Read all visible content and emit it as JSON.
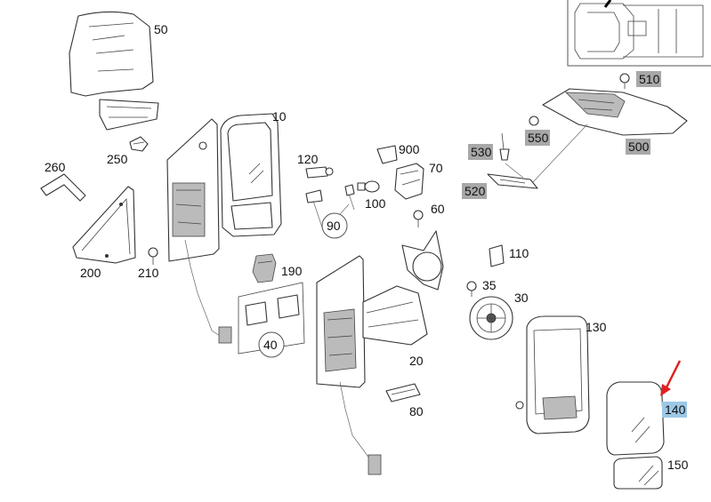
{
  "labels": [
    {
      "id": "10",
      "text": "10",
      "style": "plain"
    },
    {
      "id": "20",
      "text": "20",
      "style": "plain"
    },
    {
      "id": "30",
      "text": "30",
      "style": "plain"
    },
    {
      "id": "35",
      "text": "35",
      "style": "plain"
    },
    {
      "id": "40",
      "text": "40",
      "style": "circle"
    },
    {
      "id": "50",
      "text": "50",
      "style": "plain"
    },
    {
      "id": "60",
      "text": "60",
      "style": "plain"
    },
    {
      "id": "70",
      "text": "70",
      "style": "plain"
    },
    {
      "id": "80",
      "text": "80",
      "style": "plain"
    },
    {
      "id": "90",
      "text": "90",
      "style": "circle"
    },
    {
      "id": "100",
      "text": "100",
      "style": "plain"
    },
    {
      "id": "110",
      "text": "110",
      "style": "plain"
    },
    {
      "id": "120",
      "text": "120",
      "style": "plain"
    },
    {
      "id": "130",
      "text": "130",
      "style": "plain"
    },
    {
      "id": "140",
      "text": "140",
      "style": "highlight"
    },
    {
      "id": "150",
      "text": "150",
      "style": "plain"
    },
    {
      "id": "190",
      "text": "190",
      "style": "plain"
    },
    {
      "id": "200",
      "text": "200",
      "style": "plain"
    },
    {
      "id": "210",
      "text": "210",
      "style": "plain"
    },
    {
      "id": "250",
      "text": "250",
      "style": "plain"
    },
    {
      "id": "260",
      "text": "260",
      "style": "plain"
    },
    {
      "id": "500",
      "text": "500",
      "style": "gray"
    },
    {
      "id": "510",
      "text": "510",
      "style": "gray"
    },
    {
      "id": "520",
      "text": "520",
      "style": "gray"
    },
    {
      "id": "530",
      "text": "530",
      "style": "gray"
    },
    {
      "id": "550",
      "text": "550",
      "style": "gray"
    },
    {
      "id": "900",
      "text": "900",
      "style": "plain"
    }
  ],
  "colors": {
    "highlight_bg": "#9cc8e6",
    "gray_bg": "#a8a8a8",
    "arrow": "#e02020",
    "line": "#333333"
  },
  "selected_part": "140"
}
